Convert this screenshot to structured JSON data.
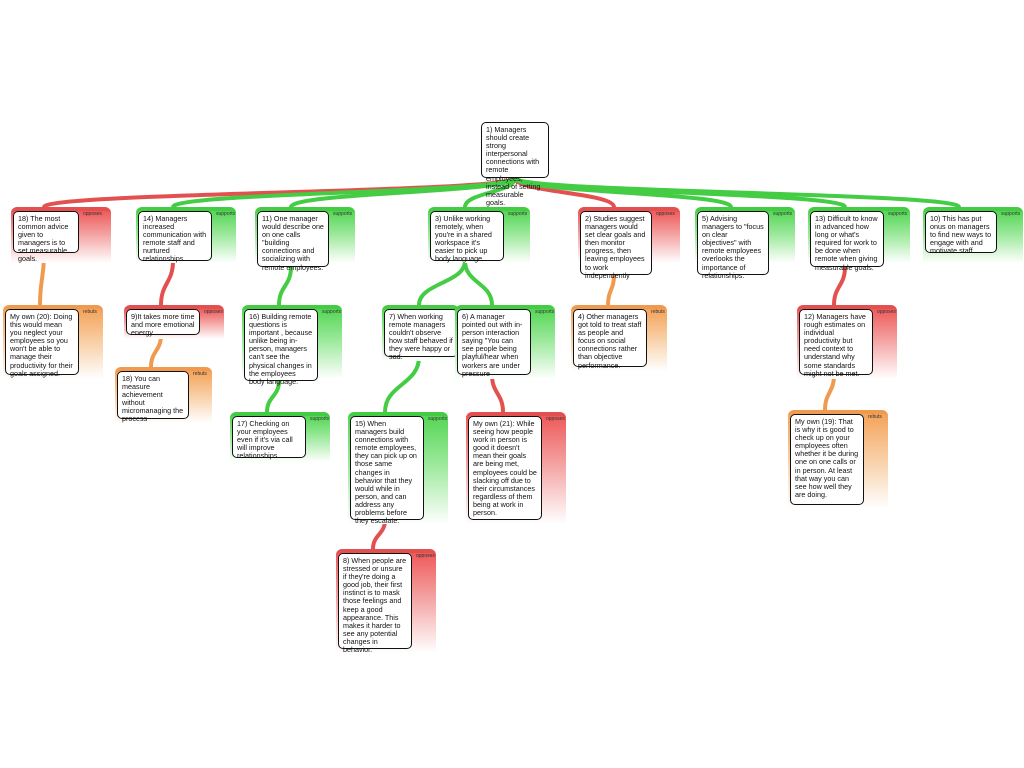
{
  "nodes": [
    {
      "id": "n1",
      "name": "node-1-root",
      "type": "root",
      "text": "1) Managers should create strong interpersonal connections with remote employees, instead of setting measurable goals.",
      "parent": null
    },
    {
      "id": "n18",
      "name": "node-18",
      "type": "opposes",
      "label": "opposes",
      "text": "18) The most common advice given to managers is to set measurable goals.",
      "parent": "n1"
    },
    {
      "id": "n14",
      "name": "node-14",
      "type": "supports",
      "label": "supports",
      "text": "14) Managers increased communication with remote staff and nurtured relationships.",
      "parent": "n1"
    },
    {
      "id": "n11",
      "name": "node-11",
      "type": "supports",
      "label": "supports",
      "text": "11) One manager would describe one on one calls \"building connections and socializing with remote employees.",
      "parent": "n1"
    },
    {
      "id": "n3",
      "name": "node-3",
      "type": "supports",
      "label": "supports",
      "text": "3)  Unlike working remotely, when you're in a shared workspace it's easier to pick up body language.",
      "parent": "n1"
    },
    {
      "id": "n2",
      "name": "node-2",
      "type": "opposes",
      "label": "opposes",
      "text": "2) Studies suggest managers would set clear goals and then monitor progress, then leaving employees to work independently",
      "parent": "n1"
    },
    {
      "id": "n5",
      "name": "node-5",
      "type": "supports",
      "label": "supports",
      "text": "5) Advising managers to \"focus on clear objectives\" with remote employees overlooks the importance of relationships.",
      "parent": "n1"
    },
    {
      "id": "n13",
      "name": "node-13",
      "type": "supports",
      "label": "supports",
      "text": "13) Difficult to know in advanced how long or what's required for work to be done when remote when giving measurable goals.",
      "parent": "n1"
    },
    {
      "id": "n10",
      "name": "node-10",
      "type": "supports",
      "label": "supports",
      "text": "10) This has put onus on managers to find new ways to engage with and motivate staff.",
      "parent": "n1"
    },
    {
      "id": "n20",
      "name": "node-my-own-20",
      "type": "rebuts",
      "label": "rebuts",
      "text": "My own (20): Doing this would mean you neglect your employees so you won't be able to manage their productivity for their goals assigned.",
      "parent": "n18"
    },
    {
      "id": "n9",
      "name": "node-9",
      "type": "opposes",
      "label": "opposes",
      "text": "9)It takes more time and more emotional energy.",
      "parent": "n14"
    },
    {
      "id": "n18b",
      "name": "node-18b",
      "type": "rebuts",
      "label": "rebuts",
      "text": "18) You can measure achievement without micromanaging the process",
      "parent": "n9"
    },
    {
      "id": "n16",
      "name": "node-16",
      "type": "supports",
      "label": "supports",
      "text": "16)  Building remote questions is important , because unlike being in-person, managers can't see the physical changes in the employees body language.",
      "parent": "n11"
    },
    {
      "id": "n17",
      "name": "node-17",
      "type": "supports",
      "label": "supports",
      "text": "17) Checking on your employees even if it's via call will improve relationships",
      "parent": "n16"
    },
    {
      "id": "n7",
      "name": "node-7",
      "type": "supports",
      "label": "supports",
      "text": "7) When working remote managers couldn't observe how staff behaved if they were happy or sad.",
      "parent": "n3"
    },
    {
      "id": "n6",
      "name": "node-6",
      "type": "supports",
      "label": "supports",
      "text": "6) A manager pointed out with in-person interaction saying \"You can see people being playful/hear when workers are under pressure",
      "parent": "n3"
    },
    {
      "id": "n15",
      "name": "node-15",
      "type": "supports",
      "label": "supports",
      "text": "15) When managers build connections with remote employees, they can pick up on those same changes in behavior that they would while in person, and can address any problems before they escalate.",
      "parent": "n7"
    },
    {
      "id": "n21",
      "name": "node-my-own-21",
      "type": "opposes",
      "label": "opposes",
      "text": "My own (21): While seeing how people work in person is good it doesn't mean their goals are being met, employees could be slacking off due to their circumstances regardless of them being at work in person.",
      "parent": "n6"
    },
    {
      "id": "n8",
      "name": "node-8",
      "type": "opposes",
      "label": "opposes",
      "text": "8) When people are stressed or unsure if they're doing a good job, their first instinct is to mask those feelings and keep a good appearance. This makes it harder to see any potential changes in behavior.",
      "parent": "n15"
    },
    {
      "id": "n4",
      "name": "node-4",
      "type": "rebuts",
      "label": "rebuts",
      "text": "4) Other managers got told to treat staff as people and focus on social connections rather than objective performance.",
      "parent": "n2"
    },
    {
      "id": "n12",
      "name": "node-12",
      "type": "opposes",
      "label": "opposes",
      "text": "12) Managers have rough estimates on individual productivity but need context to understand why some standards might not be met.",
      "parent": "n13"
    },
    {
      "id": "n19",
      "name": "node-my-own-19",
      "type": "rebuts",
      "label": "rebuts",
      "text": "My own (19): That is why it is good to check up on your employees often whether it be during one on one calls or in person. At least that way you can see how well they are doing.",
      "parent": "n12"
    }
  ],
  "colors": {
    "supports": "#44cc44",
    "opposes": "#e35050",
    "rebuts": "#f09a50"
  }
}
